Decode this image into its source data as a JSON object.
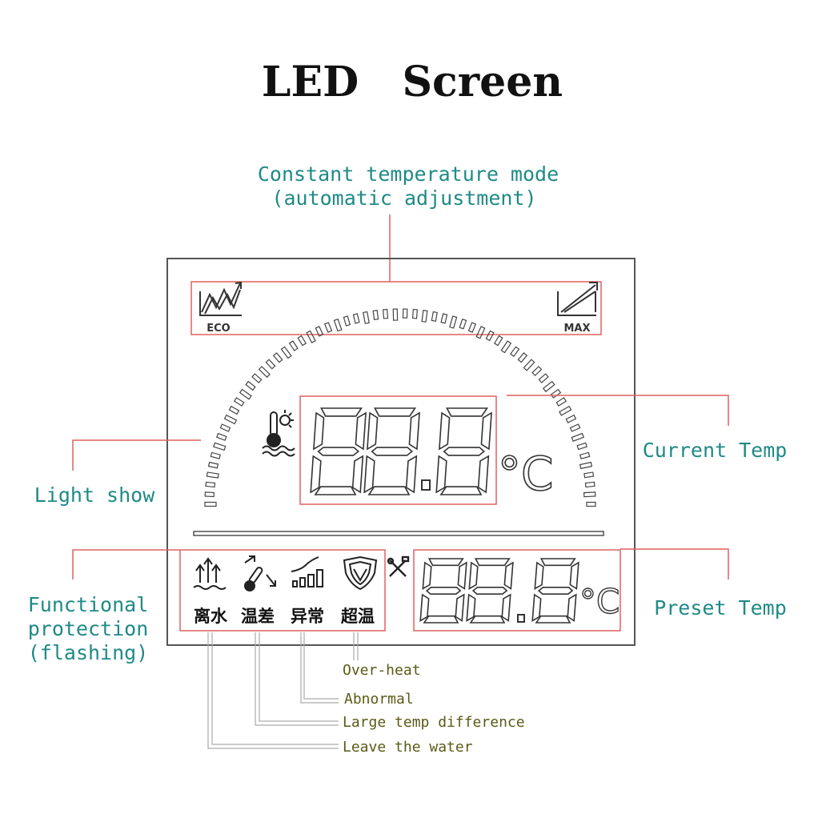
{
  "title": "LED   Screen",
  "callouts": {
    "mode_line1": "Constant temperature mode",
    "mode_line2": "(automatic adjustment)",
    "current_temp": "Current Temp",
    "light_show": "Light show",
    "functional_line1": "Functional",
    "functional_line2": "protection",
    "functional_line3": "(flashing)",
    "preset_temp": "Preset Temp"
  },
  "screen": {
    "eco_label": "ECO",
    "max_label": "MAX",
    "main_unit": "°C",
    "preset_unit": "°C",
    "protection_icons": [
      "leave-water-icon",
      "temp-difference-icon",
      "abnormal-icon",
      "overheat-icon"
    ],
    "protection_chars": [
      "离水",
      "温差",
      "异常",
      "超温"
    ]
  },
  "legend": {
    "overheat": "Over-heat",
    "abnormal": "Abnormal",
    "large_temp_diff": "Large temp difference",
    "leave_water": "Leave the water"
  },
  "colors": {
    "callout_text": "#1f8a86",
    "legend_text": "#5b5a16",
    "highlight_box": "#e06060"
  }
}
